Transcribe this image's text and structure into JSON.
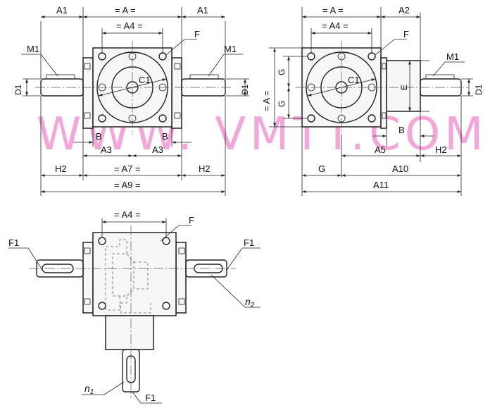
{
  "watermark": "WWW. VMTT.COM",
  "front_view": {
    "A1_left": "A1",
    "A_top": "= A =",
    "A1_right": "A1",
    "A4": "= A4 =",
    "F": "F",
    "M1_left": "M1",
    "M1_right": "M1",
    "D1_left": "D1",
    "D1_right": "D1",
    "C1": "C1",
    "B_left": "B",
    "B_right": "B",
    "A3_left": "A3",
    "A3_right": "A3",
    "H2_left": "H2",
    "A7": "= A7 =",
    "H2_right": "H2",
    "A9": "= A9 ="
  },
  "side_view": {
    "A_top": "= A =",
    "A2": "A2",
    "A4": "= A4 =",
    "F": "F",
    "M1": "M1",
    "A_vertical": "= A =",
    "G_upper": "G",
    "G_lower": "G",
    "C1": "C1",
    "E": "E",
    "D1": "D1",
    "B": "B",
    "A5": "A5",
    "H2": "H2",
    "G_bottom": "G",
    "A10": "A10",
    "A11": "A11"
  },
  "bottom_view": {
    "A4": "= A4 =",
    "F": "F",
    "F1_left": "F1",
    "F1_right": "F1",
    "F1_bottom": "F1",
    "n2_main": "n",
    "n2_sub": "2",
    "n1_main": "n",
    "n1_sub": "1"
  }
}
